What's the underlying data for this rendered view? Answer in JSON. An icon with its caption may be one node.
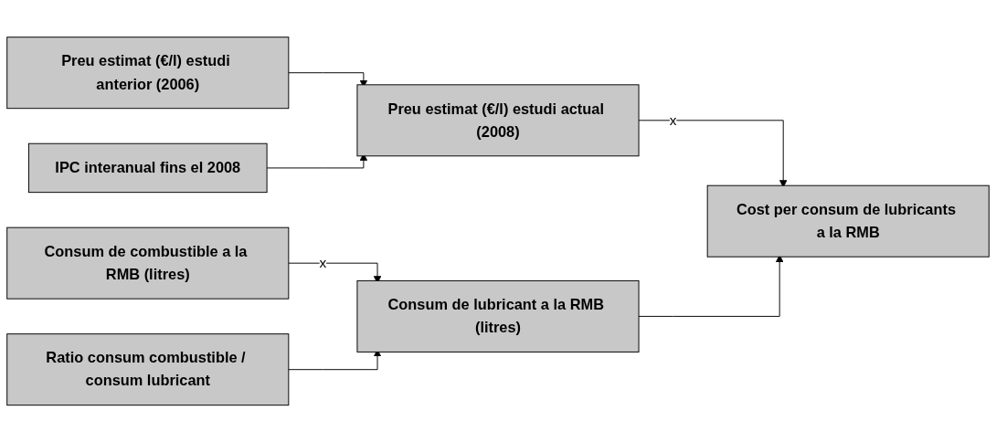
{
  "diagram": {
    "nodes": [
      {
        "text": [
          "Preu estimat (€/l) estudi anterior (2006)"
        ]
      },
      {
        "text": [
          "IPC interanual fins el 2008"
        ]
      },
      {
        "text": [
          "Preu estimat (€/l) estudi actual (2008)"
        ]
      },
      {
        "text": [
          "Consum de combustible a la RMB (litres)"
        ]
      },
      {
        "text": [
          "Ratio consum combustible / consum lubricant"
        ]
      },
      {
        "text": [
          "Consum de lubricant a la RMB (litres)"
        ]
      },
      {
        "text": [
          "Cost per consum de lubricants a la RMB"
        ]
      }
    ],
    "edges": [
      {
        "from": 0,
        "to": 2,
        "arrow": "to"
      },
      {
        "from": 1,
        "to": 2,
        "arrow": "to"
      },
      {
        "from": 3,
        "to": 5,
        "arrow": "to",
        "label": "x"
      },
      {
        "from": 4,
        "to": 5,
        "arrow": "to"
      },
      {
        "from": 2,
        "to": 6,
        "arrow": "to",
        "label": "x"
      },
      {
        "from": 5,
        "to": 6,
        "arrow": "to"
      }
    ]
  }
}
